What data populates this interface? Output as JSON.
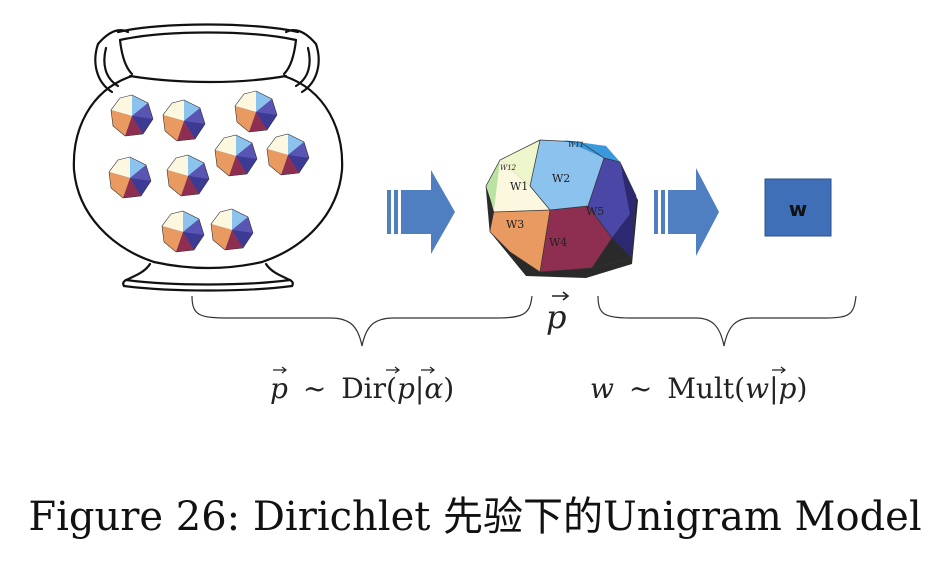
{
  "die_labels": {
    "w1": "W1",
    "w2": "W2",
    "w3": "W3",
    "w4": "W4",
    "w5": "W5",
    "w11": "W11",
    "w12": "W12"
  },
  "word_box_label": "w",
  "p_vector_symbol": "p",
  "formula_dirichlet": {
    "lhs": "p",
    "dist": "Dir(",
    "arg": "p",
    "bar": "|",
    "param": "α",
    "close": ")"
  },
  "formula_multinomial": {
    "lhs": "w",
    "dist": "Mult(",
    "arg": "w",
    "bar": "|",
    "param": "p",
    "close": ")"
  },
  "caption": "Figure 26: Dirichlet 先验下的Unigram Model",
  "colors": {
    "arrow_blue": "#4f7fc0",
    "box_blue": "#3f6fb7",
    "face_light_yellow": "#fbf8df",
    "face_light_blue": "#8cc2ee",
    "face_orange": "#e99a60",
    "face_maroon": "#8e2f52",
    "face_indigo": "#4b47a6",
    "face_green": "#b9e2a3"
  }
}
